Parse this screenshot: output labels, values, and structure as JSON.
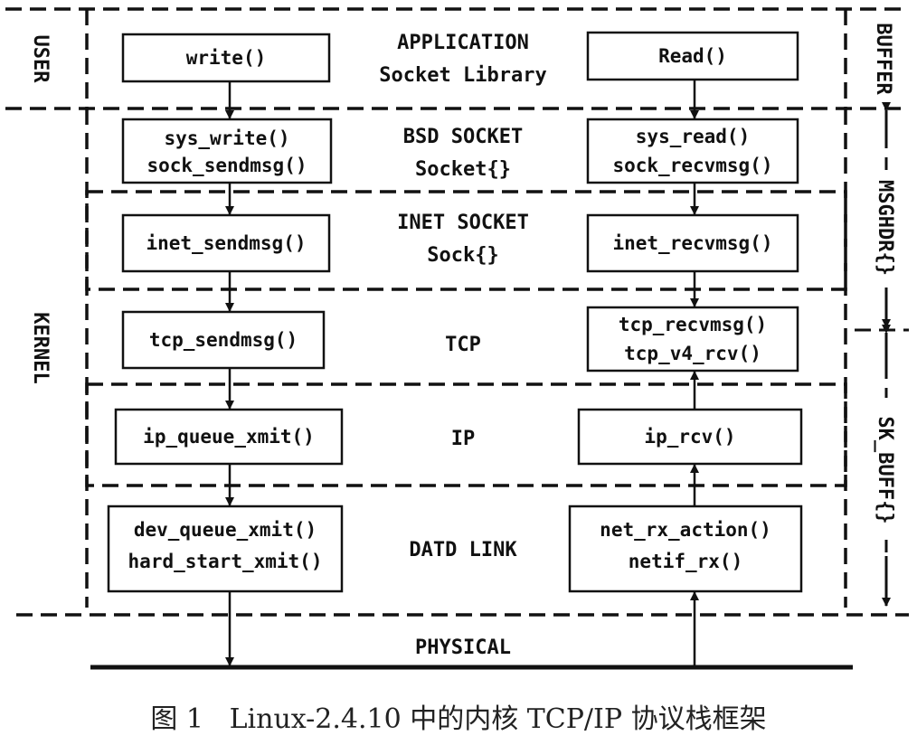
{
  "layers": {
    "user": "USER",
    "kernel": "KERNEL",
    "physical": "PHYSICAL"
  },
  "side_labels": {
    "buffer": "BUFFER",
    "msghdr": "MSGHDR{}",
    "sk_buff": "SK_BUFF{}"
  },
  "application": {
    "title": "APPLICATION",
    "subtitle": "Socket Library",
    "send": "write()",
    "recv": "Read()"
  },
  "bsd_socket": {
    "title": "BSD SOCKET",
    "subtitle": "Socket{}",
    "send": [
      "sys_write()",
      "sock_sendmsg()"
    ],
    "recv": [
      "sys_read()",
      "sock_recvmsg()"
    ]
  },
  "inet_socket": {
    "title": "INET SOCKET",
    "subtitle": "Sock{}",
    "send": "inet_sendmsg()",
    "recv": "inet_recvmsg()"
  },
  "tcp": {
    "title": "TCP",
    "send": "tcp_sendmsg()",
    "recv": [
      "tcp_recvmsg()",
      "tcp_v4_rcv()"
    ]
  },
  "ip": {
    "title": "IP",
    "send": "ip_queue_xmit()",
    "recv": "ip_rcv()"
  },
  "datalink": {
    "title": "DATD LINK",
    "send": [
      "dev_queue_xmit()",
      "hard_start_xmit()"
    ],
    "recv": [
      "net_rx_action()",
      "netif_rx()"
    ]
  },
  "caption": "图 1   Linux-2.4.10 中的内核 TCP/IP 协议栈框架"
}
